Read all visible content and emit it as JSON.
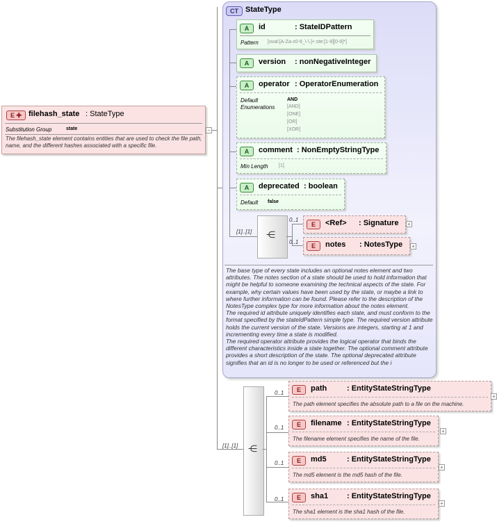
{
  "root": {
    "badge": "E",
    "name": "filehash_state",
    "type": ": StateType",
    "subst_label": "Substitution Group",
    "subst_value": "state",
    "doc": "The filehash_state element contains entities that are used to check the file path, name, and the different hashes associated with a specific file."
  },
  "ct": {
    "badge": "CT",
    "name": "StateType",
    "doc": "The base type of every state includes an optional notes element and two attributes. The notes section of a state should be used to hold information that might be helpful to someone examining the technical aspects of the state. For example, why certain values have been used by the state, or maybe a link to where further information can be found. Please refer to the description of the NotesType complex type for more information about the notes element.\nThe required id attribute uniquely identifies each state, and must conform to the format specified by the stateIdPattern simple type. The required version attribute holds the current version of the state. Versions are integers, starting at 1 and incrementing every time a state is modified.\nThe required operator attribute provides the logical operator that binds the different characteristics inside a state together. The optional comment attribute provides a short description of the state. The optional deprecated attribute signifies that an id is no longer to be used or referenced but the i"
  },
  "attrs": {
    "id": {
      "badge": "A",
      "name": "id",
      "type": ": StateIDPattern",
      "k": "Pattern",
      "v": "[oval:[A-Za-z0-9_\\-\\.]+:ste:[1-9][0-9]*]"
    },
    "version": {
      "badge": "A",
      "name": "version",
      "type": ": nonNegativeInteger"
    },
    "operator": {
      "badge": "A",
      "name": "operator",
      "type": ": OperatorEnumeration",
      "k1": "Default",
      "v1": "AND",
      "k2": "Enumerations",
      "enums": [
        "[AND]",
        "[ONE]",
        "[OR]",
        "[XOR]"
      ]
    },
    "comment": {
      "badge": "A",
      "name": "comment",
      "type": ": NonEmptyStringType",
      "k": "Min Length",
      "v": "[1]"
    },
    "deprecated": {
      "badge": "A",
      "name": "deprecated",
      "type": ": boolean",
      "k": "Default",
      "v": "false"
    }
  },
  "seq1": {
    "card": "[1]..[1]",
    "ref": {
      "badge": "E",
      "name": "<Ref>",
      "type": ": Signature",
      "card": "0..1"
    },
    "notes": {
      "badge": "E",
      "name": "notes",
      "type": ": NotesType",
      "card": "0..1"
    }
  },
  "seq2": {
    "card": "[1]..[1]",
    "items": [
      {
        "badge": "E",
        "name": "path",
        "type": ": EntityStateStringType",
        "card": "0..1",
        "doc": "The path element specifies the absolute path to a file on the machine."
      },
      {
        "badge": "E",
        "name": "filename",
        "type": ": EntityStateStringType",
        "card": "0..1",
        "doc": "The filename element specifies the name of the file."
      },
      {
        "badge": "E",
        "name": "md5",
        "type": ": EntityStateStringType",
        "card": "0..1",
        "doc": "The md5 element is the md5 hash of the file."
      },
      {
        "badge": "E",
        "name": "sha1",
        "type": ": EntityStateStringType",
        "card": "0..1",
        "doc": "The sha1 element is the sha1 hash of the file."
      }
    ]
  },
  "colors": {
    "element_fill": "#fbe3e3",
    "attribute_fill": "#ebfbeb",
    "complex_type_fill": "#e6e6fb"
  }
}
